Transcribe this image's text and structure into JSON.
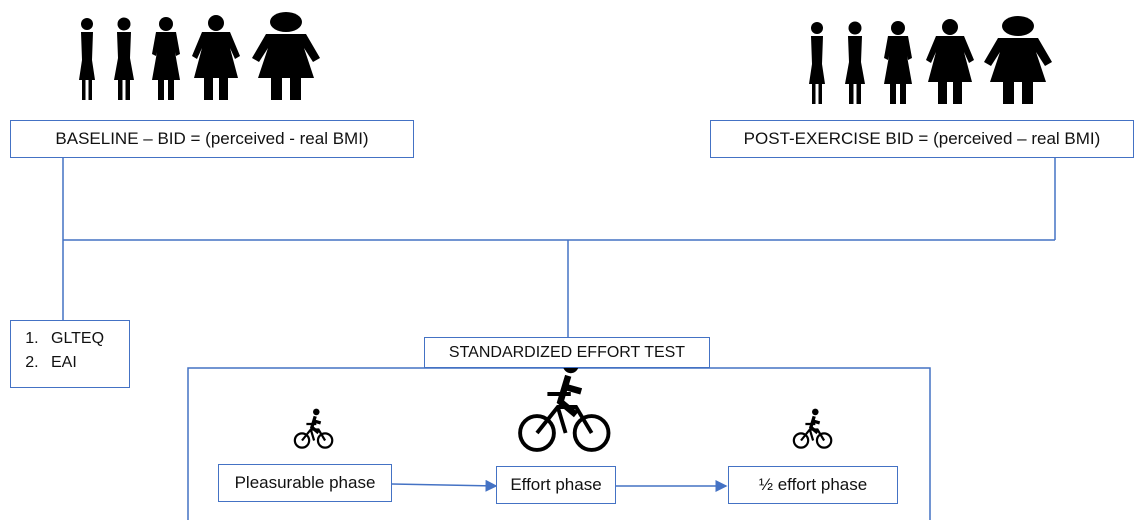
{
  "colors": {
    "line": "#4472c4",
    "icon": "#000000",
    "text": "#111111"
  },
  "baseline": {
    "label": "BASELINE – BID = (perceived - real BMI)",
    "icon": "body-size-silhouettes-icon"
  },
  "post_exercise": {
    "label": "POST-EXERCISE BID = (perceived – real BMI)",
    "icon": "body-size-silhouettes-icon"
  },
  "questionnaires": [
    "GLTEQ",
    "EAI"
  ],
  "effort_test": {
    "title": "STANDARDIZED EFFORT TEST",
    "phases": [
      {
        "label": "Pleasurable phase",
        "icon": "cyclist-icon"
      },
      {
        "label": "Effort phase",
        "icon": "cyclist-icon"
      },
      {
        "label": "½ effort phase",
        "icon": "cyclist-icon"
      }
    ]
  }
}
